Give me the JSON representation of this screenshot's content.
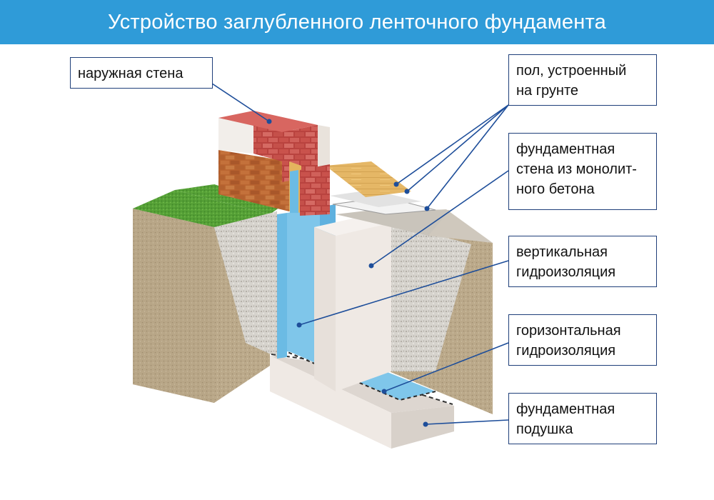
{
  "header": {
    "title": "Устройство заглубленного ленточного фундамента"
  },
  "colors": {
    "title_bar": "#2f9bd8",
    "label_border": "#1f3f7a",
    "leader_line": "#1e4e9a",
    "waterproofing": "#7fc6ea",
    "concrete": "#efe9e4",
    "soil": "#b9a88b",
    "grass": "#4f9a35",
    "brick": "#c0504d"
  },
  "labels": {
    "outer_wall": {
      "lines": [
        "наружная стена"
      ]
    },
    "floor_on_ground": {
      "lines": [
        "пол, устроенный",
        "на грунте"
      ]
    },
    "foundation_wall": {
      "lines": [
        "фундаментная",
        "стена из монолит-",
        "ного бетона"
      ]
    },
    "vertical_waterproofing": {
      "lines": [
        "вертикальная",
        "гидроизоляция"
      ]
    },
    "horizontal_waterproofing": {
      "lines": [
        "горизонтальная",
        "гидроизоляция"
      ]
    },
    "foundation_pad": {
      "lines": [
        "фундаментная",
        "подушка"
      ]
    }
  }
}
